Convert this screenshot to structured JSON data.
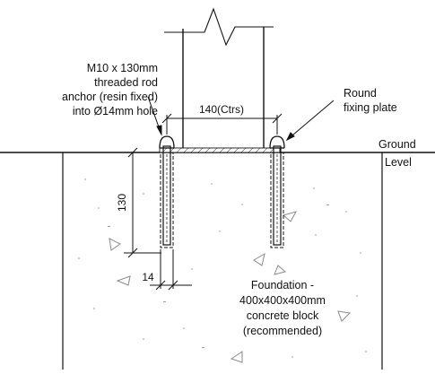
{
  "diagram": {
    "labels": {
      "anchor": [
        "M10 x 130mm",
        "threaded rod",
        "anchor (resin fixed)",
        "into Ø14mm hole"
      ],
      "plate": [
        "Round",
        "fixing plate"
      ],
      "ground": [
        "Ground",
        "Level"
      ],
      "foundation": [
        "Foundation -",
        "400x400x400mm",
        "concrete block",
        "(recommended)"
      ]
    },
    "dimensions": {
      "centres": "140(Ctrs)",
      "depth": "130",
      "hole": "14"
    },
    "colors": {
      "line": "#111111",
      "concrete_speckle": "#9a9a9a",
      "background": "#ffffff"
    }
  }
}
